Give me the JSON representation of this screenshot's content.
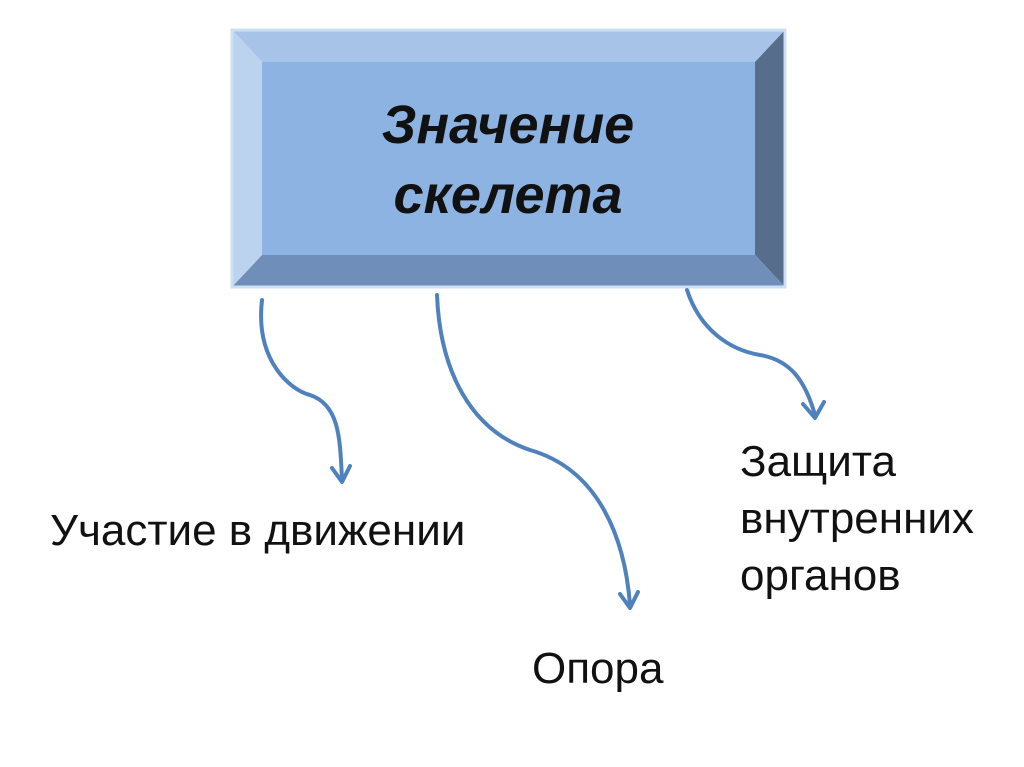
{
  "title": "Значение скелета",
  "branches": [
    "Участие в движении",
    "Опора",
    "Защита внутренних органов"
  ],
  "colors": {
    "box": "#8db3e2",
    "arrow": "#4f81bd"
  }
}
